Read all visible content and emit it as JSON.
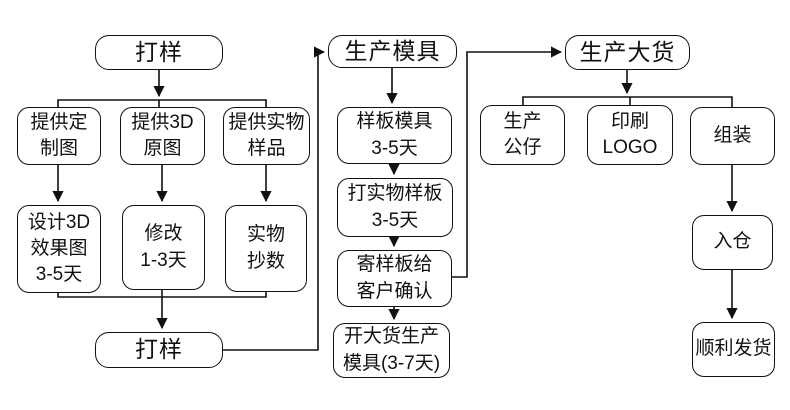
{
  "colors": {
    "line": "#111111",
    "background": "#ffffff",
    "text": "#111111"
  },
  "nodes": {
    "sample_top": {
      "label": "打样"
    },
    "provide_custom_drawing": {
      "label": "提供定\n制图"
    },
    "provide_3d_original": {
      "label": "提供3D\n原图"
    },
    "provide_physical_sample": {
      "label": "提供实物\n样品"
    },
    "design_3d_render": {
      "label": "设计3D\n效果图\n3-5天"
    },
    "modify": {
      "label": "修改\n1-3天"
    },
    "physical_copy": {
      "label": "实物\n抄数"
    },
    "sample_bottom": {
      "label": "打样"
    },
    "production_mold": {
      "label": "生产模具"
    },
    "sample_mold": {
      "label": "样板模具\n3-5天"
    },
    "make_physical_sample": {
      "label": "打实物样板\n3-5天"
    },
    "send_sample_confirm": {
      "label": "寄样板给\n客户确认"
    },
    "bulk_production_mold": {
      "label": "开大货生产\n模具(3-7天)"
    },
    "bulk_production": {
      "label": "生产大货"
    },
    "produce_doll": {
      "label": "生产\n公仔"
    },
    "print_logo": {
      "label": "印刷\nLOGO"
    },
    "assembly": {
      "label": "组装"
    },
    "warehouse": {
      "label": "入仓"
    },
    "smooth_shipping": {
      "label": "顺利发货"
    }
  },
  "edges": [
    {
      "from": "sample_top",
      "to": "provide_custom_drawing"
    },
    {
      "from": "sample_top",
      "to": "provide_3d_original"
    },
    {
      "from": "sample_top",
      "to": "provide_physical_sample"
    },
    {
      "from": "provide_custom_drawing",
      "to": "design_3d_render"
    },
    {
      "from": "provide_3d_original",
      "to": "modify"
    },
    {
      "from": "provide_physical_sample",
      "to": "physical_copy"
    },
    {
      "from": "design_3d_render",
      "to": "sample_bottom"
    },
    {
      "from": "modify",
      "to": "sample_bottom"
    },
    {
      "from": "physical_copy",
      "to": "sample_bottom"
    },
    {
      "from": "sample_bottom",
      "to": "production_mold"
    },
    {
      "from": "production_mold",
      "to": "sample_mold"
    },
    {
      "from": "sample_mold",
      "to": "make_physical_sample"
    },
    {
      "from": "make_physical_sample",
      "to": "send_sample_confirm"
    },
    {
      "from": "send_sample_confirm",
      "to": "bulk_production_mold"
    },
    {
      "from": "send_sample_confirm",
      "to": "bulk_production"
    },
    {
      "from": "bulk_production",
      "to": "produce_doll"
    },
    {
      "from": "bulk_production",
      "to": "print_logo"
    },
    {
      "from": "bulk_production",
      "to": "assembly"
    },
    {
      "from": "assembly",
      "to": "warehouse"
    },
    {
      "from": "warehouse",
      "to": "smooth_shipping"
    }
  ]
}
